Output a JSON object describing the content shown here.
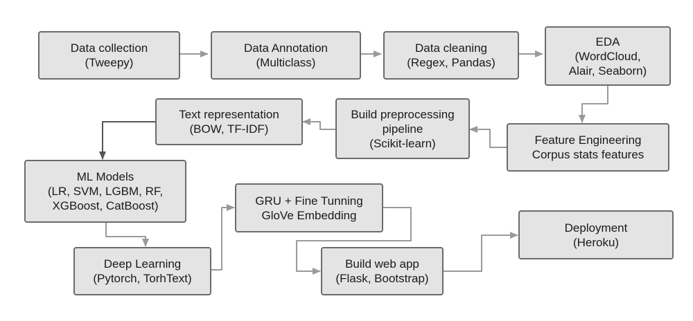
{
  "colors": {
    "node_fill": "#e4e4e4",
    "node_border": "#6b6b6b",
    "connector_light": "#9a9a9a",
    "connector_dark": "#555555",
    "text": "#1a1a1a"
  },
  "nodes": {
    "data_collection": {
      "lines": [
        "Data collection",
        "(Tweepy)"
      ]
    },
    "data_annotation": {
      "lines": [
        "Data Annotation",
        "(Multiclass)"
      ]
    },
    "data_cleaning": {
      "lines": [
        "Data cleaning",
        "(Regex, Pandas)"
      ]
    },
    "eda": {
      "lines": [
        "EDA",
        "(WordCloud,",
        "Alair, Seaborn)"
      ]
    },
    "feature_engineering": {
      "lines": [
        "Feature Engineering",
        "Corpus stats features"
      ]
    },
    "preprocessing_pipeline": {
      "lines": [
        "Build preprocessing",
        "pipeline",
        "(Scikit-learn)"
      ]
    },
    "text_representation": {
      "lines": [
        "Text representation",
        "(BOW, TF-IDF)"
      ]
    },
    "ml_models": {
      "lines": [
        "ML Models",
        "(LR, SVM, LGBM, RF,",
        "XGBoost, CatBoost)"
      ]
    },
    "deep_learning": {
      "lines": [
        "Deep Learning",
        "(Pytorch, TorhText)"
      ]
    },
    "gru_glove": {
      "lines": [
        "GRU + Fine Tunning",
        "GloVe Embedding"
      ]
    },
    "web_app": {
      "lines": [
        "Build web app",
        "(Flask, Bootstrap)"
      ]
    },
    "deployment": {
      "lines": [
        "Deployment",
        "(Heroku)"
      ]
    }
  },
  "edges": [
    {
      "from": "data_collection",
      "to": "data_annotation",
      "style": "light"
    },
    {
      "from": "data_annotation",
      "to": "data_cleaning",
      "style": "light"
    },
    {
      "from": "data_cleaning",
      "to": "eda",
      "style": "light"
    },
    {
      "from": "eda",
      "to": "feature_engineering",
      "style": "light"
    },
    {
      "from": "feature_engineering",
      "to": "preprocessing_pipeline",
      "style": "light"
    },
    {
      "from": "preprocessing_pipeline",
      "to": "text_representation",
      "style": "light"
    },
    {
      "from": "text_representation",
      "to": "ml_models",
      "style": "dark"
    },
    {
      "from": "ml_models",
      "to": "deep_learning",
      "style": "light"
    },
    {
      "from": "deep_learning",
      "to": "gru_glove",
      "style": "light"
    },
    {
      "from": "gru_glove",
      "to": "web_app",
      "style": "light"
    },
    {
      "from": "web_app",
      "to": "deployment",
      "style": "light"
    }
  ]
}
